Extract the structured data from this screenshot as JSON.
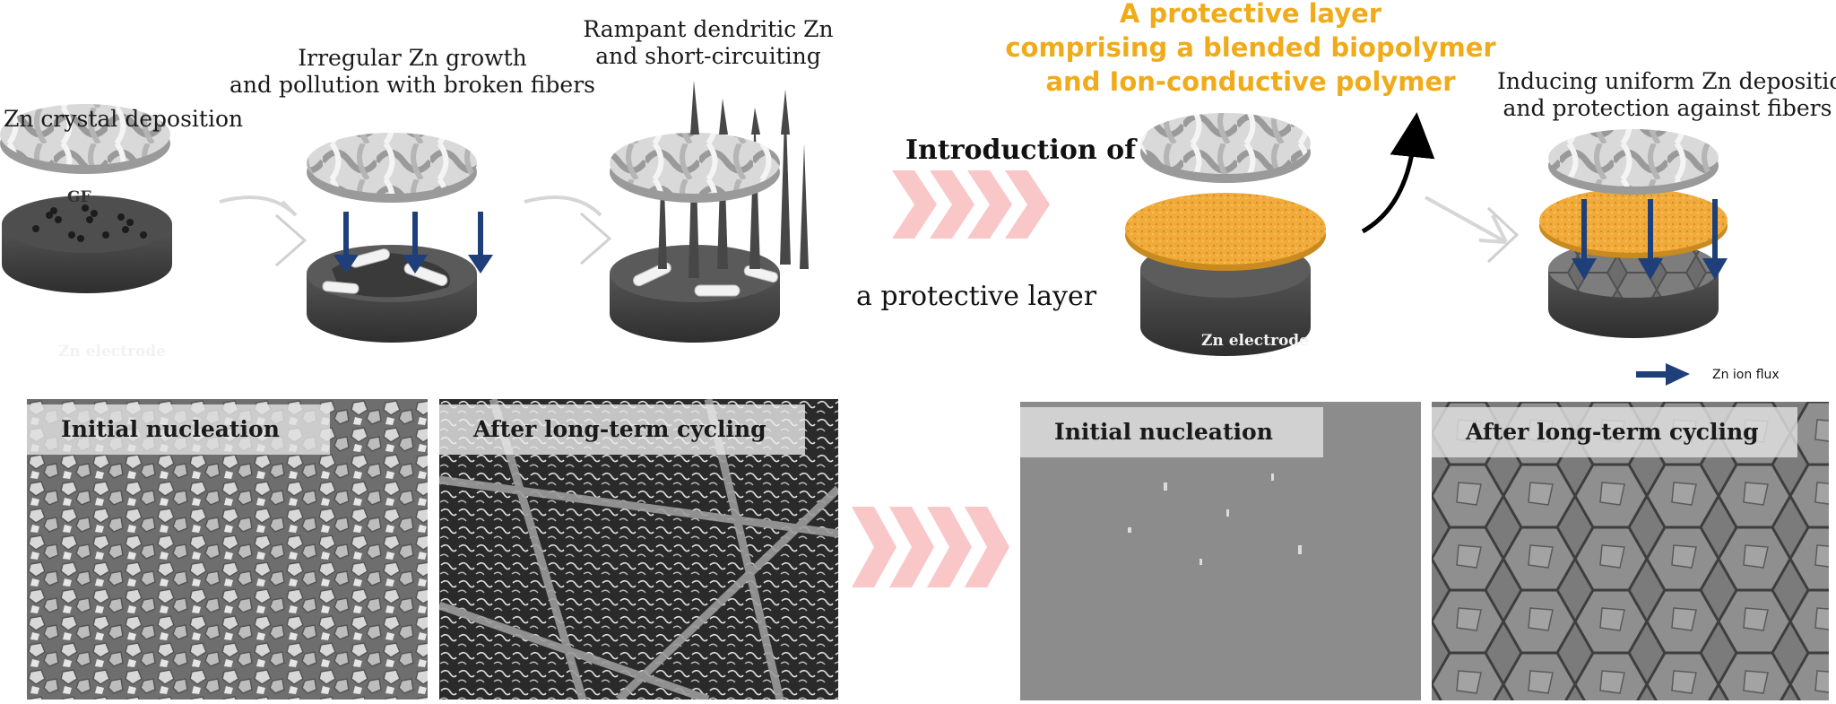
{
  "top": {
    "step1": {
      "caption": "Zn crystal deposition",
      "gf_label": "GF",
      "electrode_label": "Zn electrode"
    },
    "step2": {
      "caption_line1": "Irregular Zn growth",
      "caption_line2": "and pollution with broken fibers"
    },
    "step3": {
      "caption_line1": "Rampant dendritic Zn",
      "caption_line2": "and short-circuiting"
    },
    "intro": {
      "line1": "Introduction of",
      "line2": "a protective layer"
    },
    "protective": {
      "line1": "A protective layer",
      "line2": "comprising a blended biopolymer",
      "line3": "and Ion-conductive polymer",
      "electrode_label": "Zn electrode"
    },
    "step5": {
      "caption_line1": "Inducing uniform Zn deposition",
      "caption_line2": "and protection against fibers",
      "legend_label": "Zn ion flux"
    }
  },
  "bottom": {
    "panel1": "Initial nucleation",
    "panel2": "After long-term cycling",
    "panel3": "Initial nucleation",
    "panel4": "After long-term cycling"
  },
  "colors": {
    "accent_orange": "#f0ab1a",
    "flux_arrow": "#1f3f7a",
    "chevron_pink": "#f9c7c7",
    "electrode_dark": "#4a4a4a",
    "sem_gray": "#8e8e8e"
  }
}
